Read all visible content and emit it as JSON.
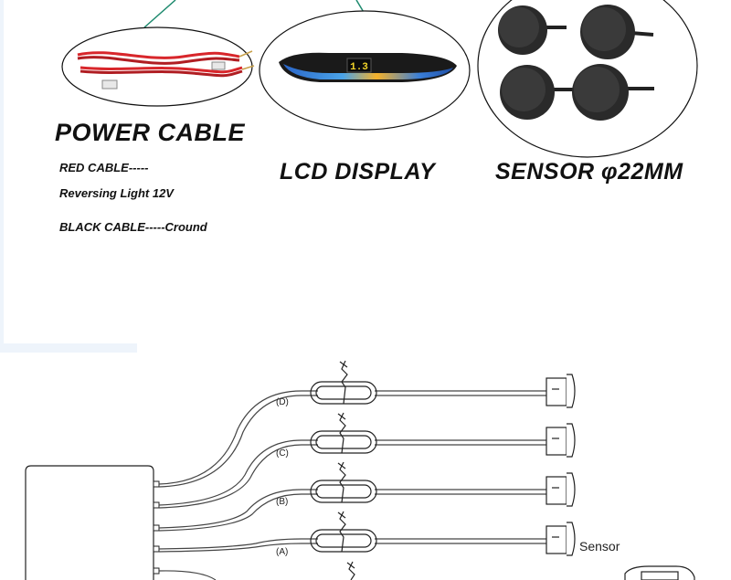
{
  "products": {
    "power_cable": {
      "title": "POWER CABLE"
    },
    "lcd_display": {
      "title": "LCD DISPLAY",
      "screen_digits": "1.3"
    },
    "sensor": {
      "title": "SENSOR φ22MM"
    }
  },
  "cable_notes": {
    "red_line1": "RED CABLE-----",
    "red_line2": "Reversing Light 12V",
    "black_line": "BLACK CABLE-----Cround"
  },
  "diagram": {
    "channels": [
      "(D)",
      "(C)",
      "(B)",
      "(A)"
    ],
    "sensor_label": "Sensor"
  }
}
